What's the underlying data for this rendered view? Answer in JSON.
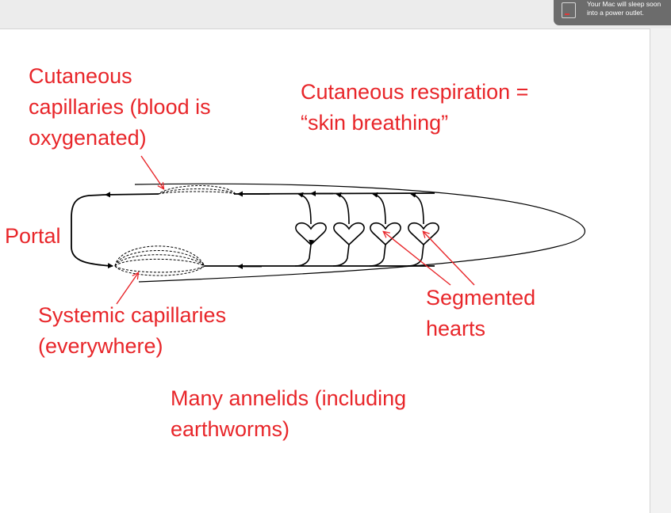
{
  "notification": {
    "text": [
      "Your Mac will sleep soon",
      "into a power outlet."
    ],
    "icon": "battery-low-icon"
  },
  "slide": {
    "labels": {
      "cutaneous_capillaries": [
        "Cutaneous",
        "capillaries (blood is",
        "oxygenated)"
      ],
      "cutaneous_respiration": [
        "Cutaneous respiration =",
        "“skin breathing”"
      ],
      "portal": [
        "Portal"
      ],
      "systemic_capillaries": [
        "Systemic capillaries",
        "(everywhere)"
      ],
      "segmented_hearts": [
        "Segmented",
        "hearts"
      ],
      "many_annelids": [
        "Many annelids (including",
        "earthworms)"
      ]
    },
    "colors": {
      "label": "#e8262a",
      "diagram": "#000000"
    }
  }
}
